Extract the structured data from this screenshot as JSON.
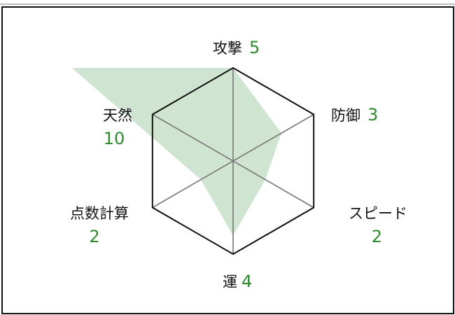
{
  "chart_data": {
    "type": "radar",
    "title": "",
    "categories": [
      "攻撃",
      "防御",
      "スピード",
      "運",
      "点数計算",
      "天然"
    ],
    "values": [
      5,
      3,
      2,
      4,
      2,
      10
    ],
    "scale_max": 5,
    "grid": "single hexagon with spokes",
    "legend": "none",
    "fill_color": "#cfe5d1",
    "value_color": "#2e8b2e",
    "axes": [
      {
        "label": "攻撃",
        "value": "5"
      },
      {
        "label": "防御",
        "value": "3"
      },
      {
        "label": "スピード",
        "value": "2"
      },
      {
        "label": "運",
        "value": "4"
      },
      {
        "label": "点数計算",
        "value": "2"
      },
      {
        "label": "天然",
        "value": "10"
      }
    ]
  }
}
